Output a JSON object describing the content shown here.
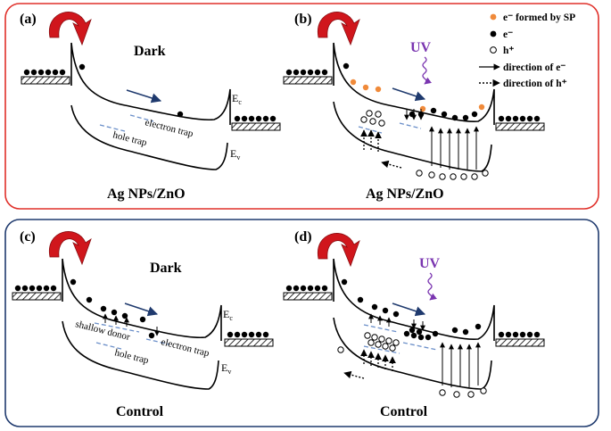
{
  "panels": {
    "a": {
      "label": "(a)",
      "condition": "Dark",
      "caption": "Ag NPs/ZnO",
      "ec": "E",
      "ec_sub": "c",
      "ev": "E",
      "ev_sub": "v",
      "electron_trap": "electron trap",
      "hole_trap": "hole  trap"
    },
    "b": {
      "label": "(b)",
      "uv": "UV",
      "caption": "Ag NPs/ZnO"
    },
    "c": {
      "label": "(c)",
      "condition": "Dark",
      "caption": "Control",
      "ec": "E",
      "ec_sub": "c",
      "ev": "E",
      "ev_sub": "v",
      "shallow_donor": "shallow donor",
      "electron_trap": "electron trap",
      "hole_trap": "hole  trap"
    },
    "d": {
      "label": "(d)",
      "uv": "UV",
      "caption": "Control"
    }
  },
  "legend": {
    "sp_electron": "e⁻ formed by SP",
    "electron": "e⁻",
    "hole": "h⁺",
    "electron_direction": "direction of  e⁻",
    "hole_direction": "direction of  h⁺"
  },
  "colors": {
    "top_frame": "#e0302a",
    "bottom_frame": "#1f3a6e",
    "uv": "#7a35b0",
    "sp_electron": "#f08a3a",
    "flow_arrow": "#1f3a6e",
    "trap_line": "#6b8fc9",
    "light_arrow": "#d0161c"
  },
  "icons": [
    "curved-arrow-light-icon",
    "uv-wave-icon",
    "metal-contact-icon"
  ]
}
